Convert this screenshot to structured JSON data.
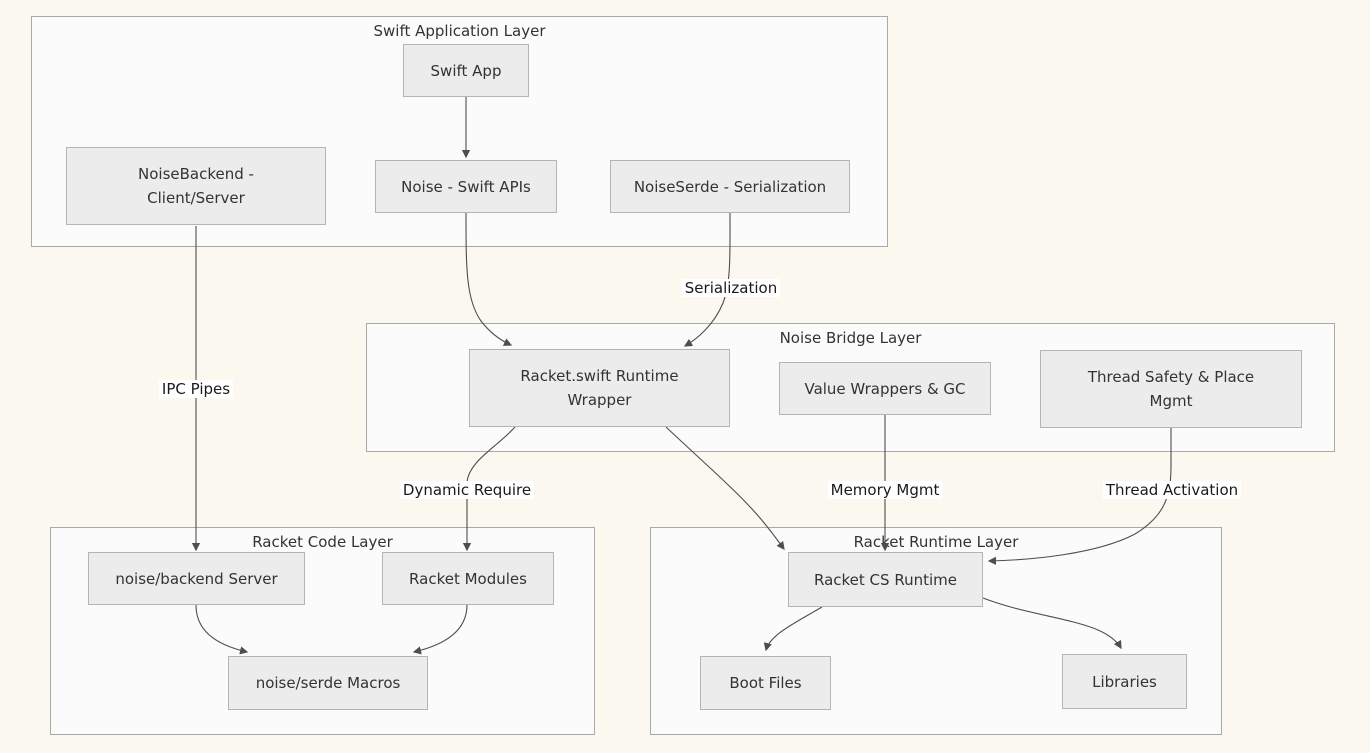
{
  "diagram": {
    "clusters": {
      "swift_app_layer": {
        "title": "Swift Application Layer"
      },
      "noise_bridge_layer": {
        "title": "Noise Bridge Layer"
      },
      "racket_code_layer": {
        "title": "Racket Code Layer"
      },
      "racket_runtime_layer": {
        "title": "Racket Runtime Layer"
      }
    },
    "nodes": {
      "swift_app": {
        "label": "Swift App"
      },
      "noise_backend": {
        "lines": [
          "NoiseBackend -",
          "Client/Server"
        ]
      },
      "noise_swift_apis": {
        "label": "Noise - Swift APIs"
      },
      "noise_serde": {
        "label": "NoiseSerde - Serialization"
      },
      "runtime_wrapper": {
        "lines": [
          "Racket.swift Runtime",
          "Wrapper"
        ]
      },
      "value_wrappers": {
        "label": "Value Wrappers & GC"
      },
      "thread_safety": {
        "lines": [
          "Thread Safety & Place",
          "Mgmt"
        ]
      },
      "backend_server": {
        "label": "noise/backend Server"
      },
      "racket_modules": {
        "label": "Racket Modules"
      },
      "serde_macros": {
        "label": "noise/serde Macros"
      },
      "racket_cs_runtime": {
        "label": "Racket CS Runtime"
      },
      "boot_files": {
        "label": "Boot Files"
      },
      "libraries": {
        "label": "Libraries"
      }
    },
    "edge_labels": {
      "serialization": "Serialization",
      "ipc_pipes": "IPC Pipes",
      "dynamic_require": "Dynamic Require",
      "memory_mgmt": "Memory Mgmt",
      "thread_activation": "Thread Activation"
    },
    "colors": {
      "page_background": "#fbf8f0",
      "cluster_fill": "#fbfbfb",
      "cluster_border": "#a9a9a9",
      "node_fill": "#ececec",
      "node_border": "#b4b4b4",
      "edge_stroke": "#4e4e4e",
      "text": "#333333",
      "edge_label_background": "#ffffff"
    }
  }
}
